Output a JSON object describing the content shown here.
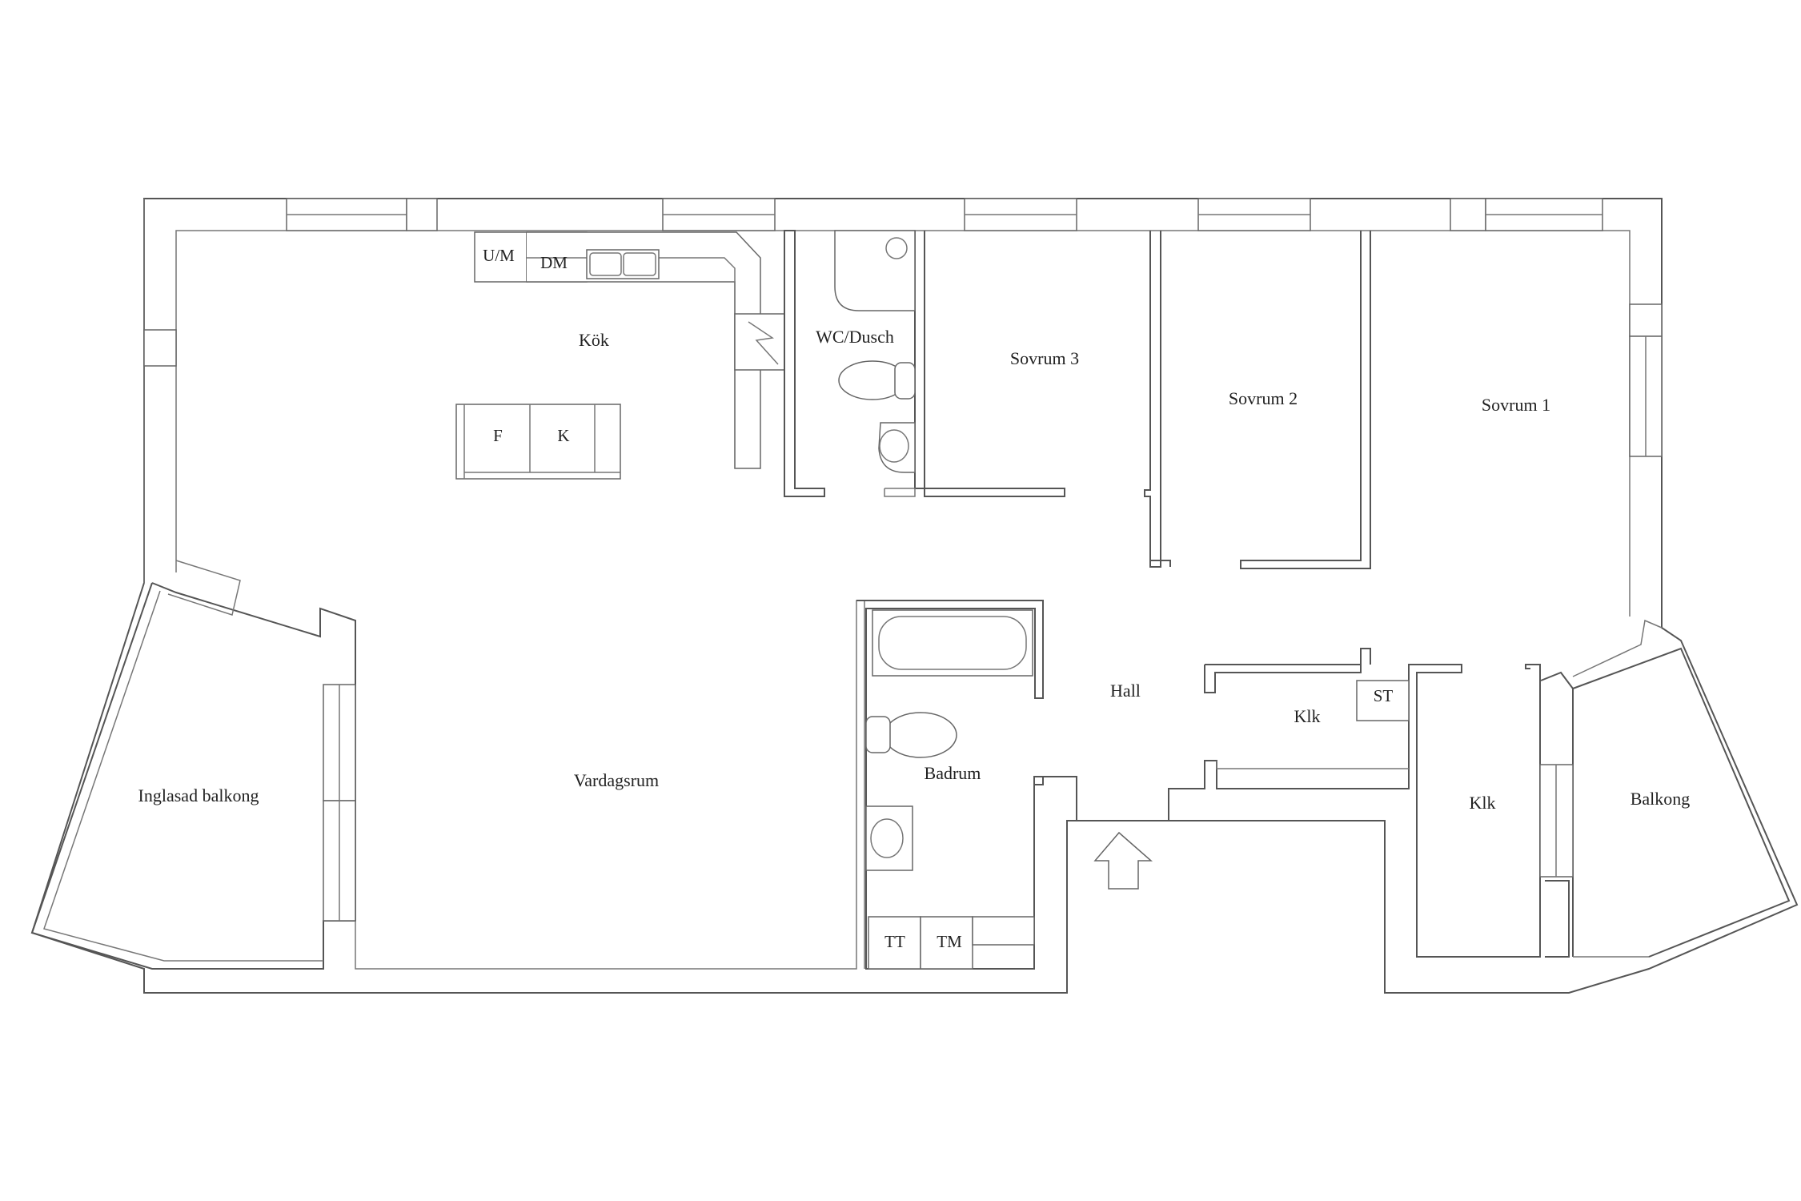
{
  "rooms": {
    "kok": "Kök",
    "wc": "WC/Dusch",
    "sovrum3": "Sovrum 3",
    "sovrum2": "Sovrum 2",
    "sovrum1": "Sovrum 1",
    "hall": "Hall",
    "klk_small": "Klk",
    "klk_large": "Klk",
    "badrum": "Badrum",
    "vardagsrum": "Vardagsrum",
    "inglasad": "Inglasad balkong",
    "balkong": "Balkong"
  },
  "fixtures": {
    "um": "U/M",
    "dm": "DM",
    "f": "F",
    "k": "K",
    "st": "ST",
    "tt": "TT",
    "tm": "TM"
  },
  "icons": {
    "entrance": "entrance-arrow-icon"
  }
}
